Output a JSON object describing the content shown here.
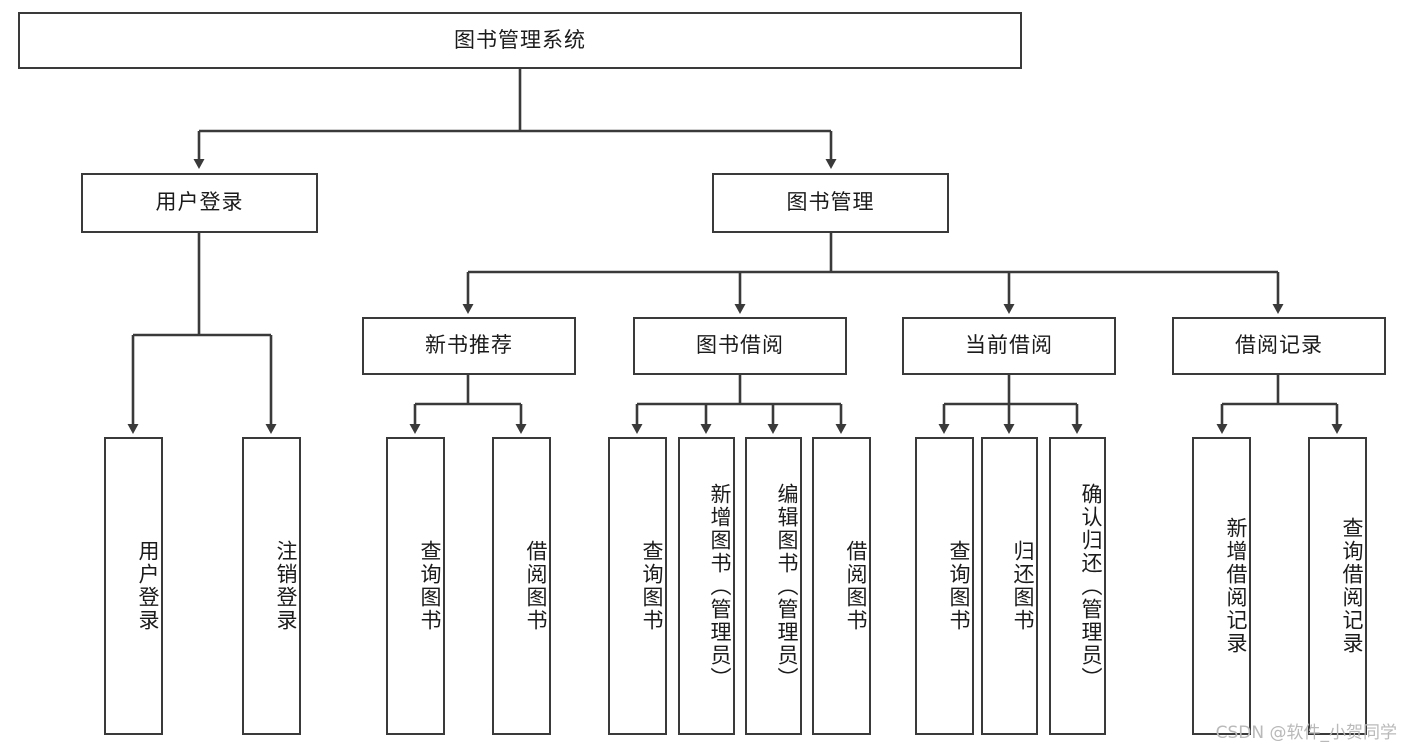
{
  "diagram": {
    "type": "tree",
    "title": "图书管理系统",
    "watermark": "CSDN @软件_小贺同学",
    "colors": {
      "box_border": "#3a3a3a",
      "box_fill": "#ffffff",
      "edge": "#3a3a3a",
      "text": "#1b1b1b",
      "watermark": "#b9b9b9"
    },
    "nodes": {
      "root": {
        "label": "图书管理系统",
        "orientation": "horizontal"
      },
      "user_login": {
        "label": "用户登录",
        "orientation": "horizontal"
      },
      "book_mgmt": {
        "label": "图书管理",
        "orientation": "horizontal"
      },
      "new_book_rec": {
        "label": "新书推荐",
        "orientation": "horizontal"
      },
      "book_borrow": {
        "label": "图书借阅",
        "orientation": "horizontal"
      },
      "current_borrow": {
        "label": "当前借阅",
        "orientation": "horizontal"
      },
      "borrow_record": {
        "label": "借阅记录",
        "orientation": "horizontal"
      },
      "leaf_user_login": {
        "label": "用户登录",
        "orientation": "vertical"
      },
      "leaf_logout": {
        "label": "注销登录",
        "orientation": "vertical"
      },
      "leaf_query_book_1": {
        "label": "查询图书",
        "orientation": "vertical"
      },
      "leaf_borrow_book_1": {
        "label": "借阅图书",
        "orientation": "vertical"
      },
      "leaf_query_book_2": {
        "label": "查询图书",
        "orientation": "vertical"
      },
      "leaf_add_book": {
        "label": "新增图书（管理员）",
        "orientation": "vertical"
      },
      "leaf_edit_book": {
        "label": "编辑图书（管理员）",
        "orientation": "vertical"
      },
      "leaf_borrow_book_2": {
        "label": "借阅图书",
        "orientation": "vertical"
      },
      "leaf_query_book_3": {
        "label": "查询图书",
        "orientation": "vertical"
      },
      "leaf_return_book": {
        "label": "归还图书",
        "orientation": "vertical"
      },
      "leaf_confirm_return": {
        "label": "确认归还（管理员）",
        "orientation": "vertical"
      },
      "leaf_add_record": {
        "label": "新增借阅记录",
        "orientation": "vertical"
      },
      "leaf_query_record": {
        "label": "查询借阅记录",
        "orientation": "vertical"
      }
    },
    "edges": [
      {
        "from": "root",
        "to": "user_login"
      },
      {
        "from": "root",
        "to": "book_mgmt"
      },
      {
        "from": "user_login",
        "to": "leaf_user_login"
      },
      {
        "from": "user_login",
        "to": "leaf_logout"
      },
      {
        "from": "book_mgmt",
        "to": "new_book_rec"
      },
      {
        "from": "book_mgmt",
        "to": "book_borrow"
      },
      {
        "from": "book_mgmt",
        "to": "current_borrow"
      },
      {
        "from": "book_mgmt",
        "to": "borrow_record"
      },
      {
        "from": "new_book_rec",
        "to": "leaf_query_book_1"
      },
      {
        "from": "new_book_rec",
        "to": "leaf_borrow_book_1"
      },
      {
        "from": "book_borrow",
        "to": "leaf_query_book_2"
      },
      {
        "from": "book_borrow",
        "to": "leaf_add_book"
      },
      {
        "from": "book_borrow",
        "to": "leaf_edit_book"
      },
      {
        "from": "book_borrow",
        "to": "leaf_borrow_book_2"
      },
      {
        "from": "current_borrow",
        "to": "leaf_query_book_3"
      },
      {
        "from": "current_borrow",
        "to": "leaf_return_book"
      },
      {
        "from": "current_borrow",
        "to": "leaf_confirm_return"
      },
      {
        "from": "borrow_record",
        "to": "leaf_add_record"
      },
      {
        "from": "borrow_record",
        "to": "leaf_query_record"
      }
    ]
  }
}
